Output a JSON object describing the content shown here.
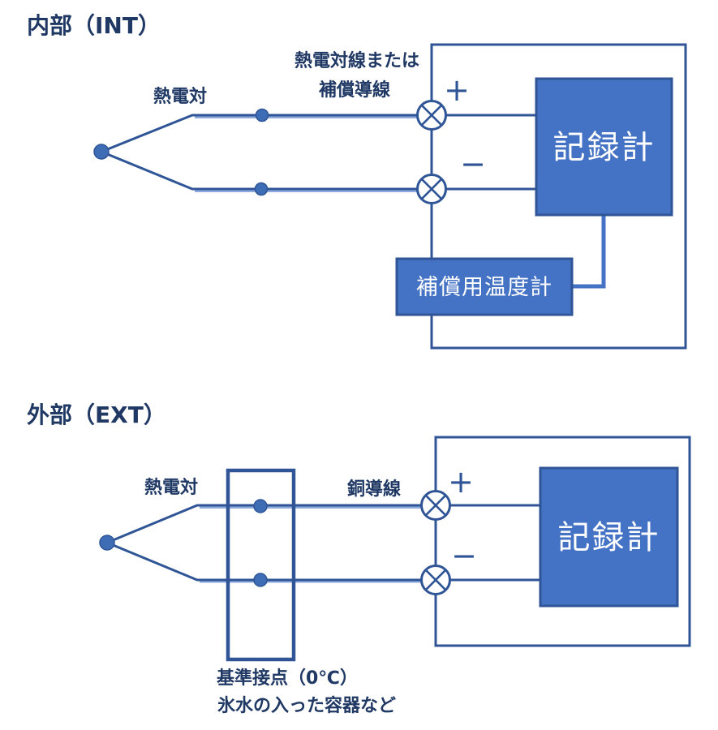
{
  "colors": {
    "line": "#2F5597",
    "text_dark": "#1F3864",
    "box_fill": "#4472C4",
    "wire_light": "#8FAADC",
    "dot_fill": "#3E6DB5",
    "box_text": "#FFFFFF"
  },
  "int": {
    "title": "内部（INT）",
    "thermocouple_label": "熱電対",
    "wire_label_line1": "熱電対線または",
    "wire_label_line2": "補償導線",
    "plus": "+",
    "minus": "−",
    "recorder_label": "記録計",
    "compensator_label": "補償用温度計"
  },
  "ext": {
    "title": "外部（EXT）",
    "thermocouple_label": "熱電対",
    "wire_label": "銅導線",
    "plus": "+",
    "minus": "−",
    "recorder_label": "記録計",
    "caption_line1": "基準接点（0℃）",
    "caption_line2": "氷水の入った容器など"
  }
}
